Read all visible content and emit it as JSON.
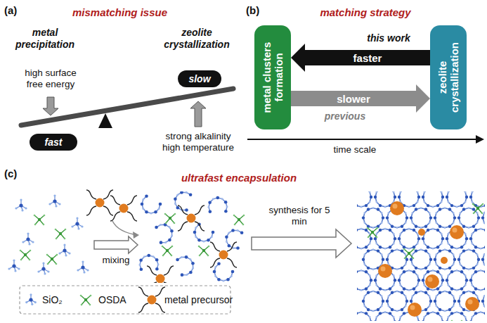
{
  "diagram": {
    "nodes": [
      {
        "text": [
          "fast"
        ]
      },
      {
        "text": [
          "slow"
        ]
      },
      {
        "text": [
          "metal clusters formation"
        ]
      },
      {
        "text": [
          "zeolite crystallization"
        ]
      }
    ],
    "edges": [
      {
        "from": 3,
        "to": 2,
        "label": "faster",
        "arrow": "to"
      },
      {
        "from": 2,
        "to": 3,
        "label": "slower",
        "arrow": "to"
      }
    ],
    "labels": [
      "(a)",
      "mismatching issue",
      "metal precipitation",
      "zeolite crystallization",
      "high surface free energy",
      "strong alkalinity high temperature",
      "(b)",
      "matching strategy",
      "this work",
      "previous",
      "time scale",
      "(c)",
      "ultrafast encapsulation",
      "mixing",
      "synthesis for 5 min"
    ],
    "legend": [
      {
        "text": "SiO₂"
      },
      {
        "text": "OSDA"
      },
      {
        "text": "metal precursor"
      }
    ]
  }
}
